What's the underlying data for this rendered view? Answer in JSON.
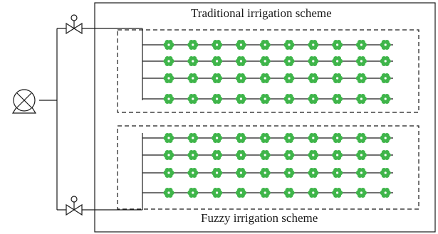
{
  "schemes": {
    "traditional": {
      "label": "Traditional irrigation scheme",
      "rows": 4,
      "plants_per_row": 10
    },
    "fuzzy": {
      "label": "Fuzzy irrigation scheme",
      "rows": 4,
      "plants_per_row": 10
    }
  },
  "colors": {
    "line": "#1a1a1a",
    "plant": "#3fb54a",
    "plant_center": "#ffffff"
  },
  "icons": {
    "pump": "pump-icon",
    "valve": "valve-icon"
  }
}
